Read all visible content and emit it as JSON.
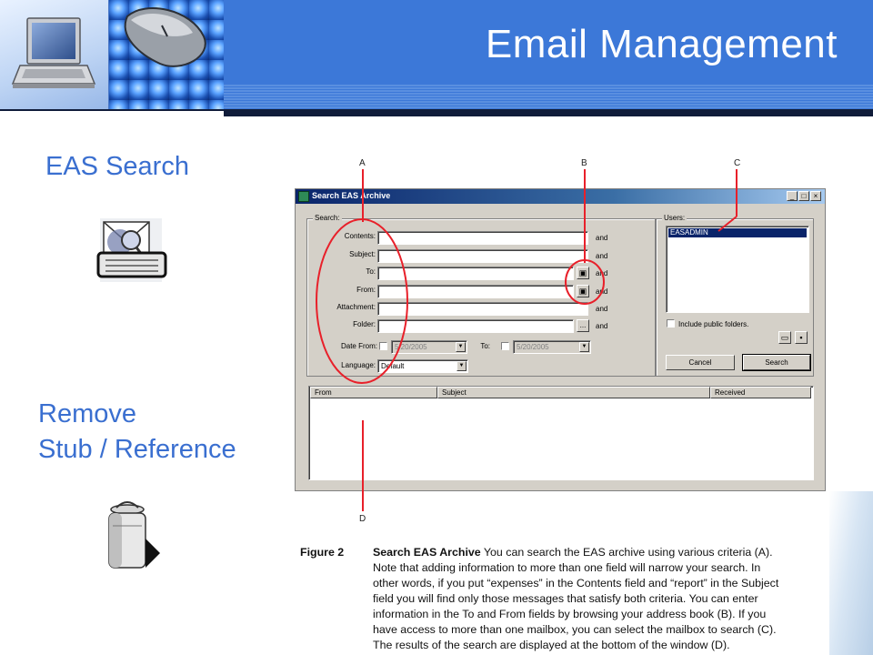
{
  "slide": {
    "title": "Email Management"
  },
  "left": {
    "eas_search_heading": "EAS Search",
    "remove_heading_line1": "Remove",
    "remove_heading_line2": "Stub / Reference"
  },
  "figure": {
    "callouts": [
      "A",
      "B",
      "C",
      "D"
    ],
    "window": {
      "title": "Search EAS Archive",
      "title_buttons": [
        "_",
        "□",
        "×"
      ],
      "search_group_label": "Search:",
      "fields": [
        {
          "label": "Contents:",
          "value": "",
          "suffix": "and"
        },
        {
          "label": "Subject:",
          "value": "",
          "suffix": "and"
        },
        {
          "label": "To:",
          "value": "",
          "suffix": "and"
        },
        {
          "label": "From:",
          "value": "",
          "suffix": "and"
        },
        {
          "label": "Attachment:",
          "value": "",
          "suffix": "and"
        },
        {
          "label": "Folder:",
          "value": "",
          "suffix": "and"
        }
      ],
      "folder_browse_label": "...",
      "date_from_label": "Date From:",
      "date_from_value": "5/20/2005",
      "date_to_label": "To:",
      "date_to_value": "5/20/2005",
      "language_label": "Language:",
      "language_value": "Default",
      "users_group_label": "Users:",
      "users": [
        "EASADMIN"
      ],
      "include_public_label": "Include public folders.",
      "cancel_label": "Cancel",
      "search_label": "Search",
      "results_columns": [
        "From",
        "Subject",
        "Received"
      ]
    },
    "caption": {
      "figure_label": "Figure 2",
      "title": "Search EAS Archive",
      "lines": [
        "You can search the EAS archive using various criteria (A).",
        "Note that adding information to more than one field will narrow your search. In",
        "other words, if you put “expenses” in the Contents field and “report” in the Subject",
        "field you will find only those messages that satisfy both criteria. You can enter",
        "information in the To and From fields by browsing your address book (B). If you",
        "have access to more than one mailbox, you can select the mailbox to search (C).",
        "The results of the search are displayed at the bottom of the window (D)."
      ]
    }
  },
  "colors": {
    "header_blue": "#3c78d8",
    "header_rule": "#101c3a",
    "heading_blue": "#3a6fd0",
    "annotation_red": "#e8202a"
  },
  "icons": [
    "laptop-icon",
    "computer-mouse-icon",
    "mail-search-icon",
    "trash-can-icon"
  ]
}
